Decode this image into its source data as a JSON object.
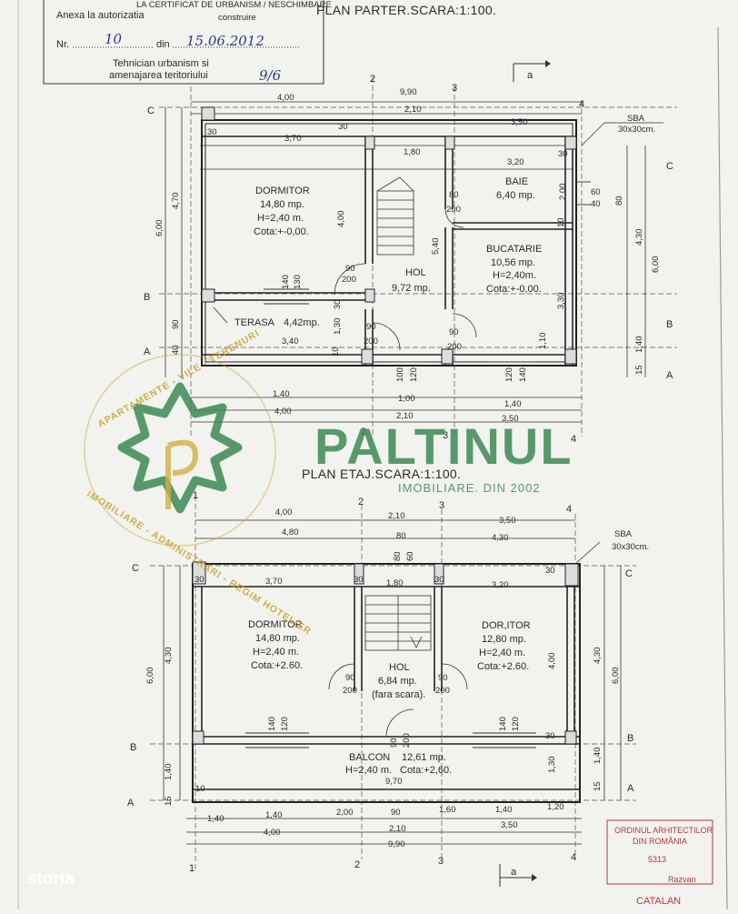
{
  "permit": {
    "header": "LA CERTIFICAT DE URBANISM / NESCHIMBARE",
    "annex": "Anexa la autorizatia",
    "annex_type": "construire",
    "number_label": "Nr.",
    "number": "10",
    "date_label": "din",
    "date": "15.06.2012",
    "technician_line1": "Tehnician urbanism si",
    "technician_line2": "amenajarea teritoriului",
    "signature": "9/6"
  },
  "ground_floor": {
    "title": "PLAN PARTER.SCARA:1:100.",
    "rooms": [
      {
        "name": "DORMITOR",
        "area": "14,80 mp.",
        "height": "H=2,40 m.",
        "level": "Cota:+-0,00."
      },
      {
        "name": "BAIE",
        "area": "6,40 mp."
      },
      {
        "name": "BUCATARIE",
        "area": "10,56 mp.",
        "height": "H=2,40m.",
        "level": "Cota:+-0,00."
      },
      {
        "name": "HOL",
        "area": "9,72 mp."
      },
      {
        "name": "TERASA",
        "area": "4,42mp."
      }
    ],
    "dims_top": [
      "4,00",
      "9,90",
      "2,10",
      "3,50",
      "3,70",
      "1,80",
      "3,20"
    ],
    "dims_bottom": [
      "1,40",
      "1,00",
      "1,40",
      "4,00",
      "2,10",
      "3,50"
    ],
    "dims_left": [
      "4,70",
      "6,00",
      "90",
      "40"
    ],
    "dims_right": [
      "4,30",
      "6,00",
      "1,40",
      "15"
    ],
    "inner": [
      "30",
      "30",
      "30",
      "80",
      "200",
      "2,00",
      "60",
      "40",
      "80",
      "4,00",
      "5,40",
      "3,30",
      "90",
      "200",
      "140",
      "130",
      "90",
      "200",
      "30",
      "1,30",
      "3,40",
      "90",
      "200",
      "10",
      "10",
      "1,10",
      "100",
      "120",
      "120",
      "140",
      "SBA",
      "30x30cm."
    ]
  },
  "upper_floor": {
    "title": "PLAN ETAJ.SCARA:1:100.",
    "rooms": [
      {
        "name": "DORMITOR",
        "area": "14,80 mp.",
        "height": "H=2,40 m.",
        "level": "Cota:+2.60."
      },
      {
        "name": "DOR,ITOR",
        "area": "12,80 mp.",
        "height": "H=2,40 m.",
        "level": "Cota:+2.60."
      },
      {
        "name": "HOL",
        "area": "6,84 mp.",
        "note": "(fara scara)."
      },
      {
        "name": "BALCON",
        "area": "12,61 mp.",
        "height": "H=2,40 m.",
        "level": "Cota:+2,60."
      }
    ],
    "dims_top": [
      "4,00",
      "2,10",
      "3,50",
      "4,80",
      "80",
      "4,30",
      "3,70",
      "1,80",
      "3,20"
    ],
    "dims_bottom": [
      "1,40",
      "1,40",
      "2,00",
      "90",
      "1,60",
      "1,40",
      "1,20",
      "4,00",
      "2,10",
      "3,50",
      "9,90",
      "9,70"
    ],
    "dims_left": [
      "4,30",
      "6,00",
      "1,40",
      "15"
    ],
    "dims_right": [
      "4,30",
      "6,00",
      "1,40",
      "15"
    ],
    "inner": [
      "30",
      "30",
      "30",
      "30",
      "30",
      "90",
      "200",
      "90",
      "200",
      "140",
      "120",
      "140",
      "120",
      "90",
      "200",
      "4,00",
      "1,30",
      "10",
      "SBA",
      "30x30cm.",
      "80",
      "60"
    ]
  },
  "axes": {
    "letters": [
      "A",
      "B",
      "C"
    ],
    "numbers": [
      "1",
      "2",
      "3",
      "4"
    ],
    "section": "a"
  },
  "stamp": {
    "line1": "ORDINUL ARHITECTILOR",
    "line2": "DIN ROMÂNIA",
    "number": "5313",
    "name1": "Razvan",
    "name2": "CATALAN"
  },
  "watermark": {
    "name": "PALTINUL",
    "subtitle": "IMOBILIARE. DIN 2002",
    "ring_top": "APARTAMENTE - VILE - TERENURI",
    "ring_bottom": "IMOBILIARE - ADMINISTRARI - REGIM HOTELIER"
  },
  "brand": {
    "storia": "storia"
  },
  "colors": {
    "ink": "#2a2a2a",
    "watermark_green": "#3c8a52",
    "watermark_gold": "#c9a227",
    "stamp_red": "#b03a3a",
    "pen_blue": "#2a3a8c"
  }
}
